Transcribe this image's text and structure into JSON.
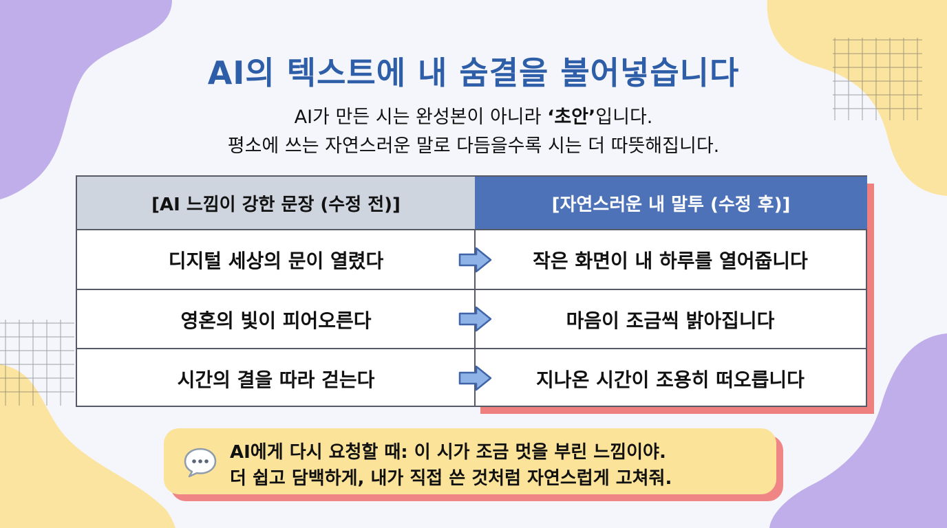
{
  "title": "AI의 텍스트에 내 숨결을 불어넣습니다",
  "subtitle": {
    "line1_before": "AI가 만든 시는 완성본이 아니라 ",
    "line1_bold": "‘초안’",
    "line1_after": "입니다.",
    "line2": "평소에 쓰는 자연스러운 말로 다듬을수록 시는 더 따뜻해집니다."
  },
  "table": {
    "header_left": "[AI 느낌이 강한 문장 (수정 전)]",
    "header_right": "[자연스러운 내 말투 (수정 후)]",
    "rows": [
      {
        "before": "디지털 세상의 문이 열렸다",
        "after": "작은 화면이 내 하루를 열어줍니다"
      },
      {
        "before": "영혼의 빛이 피어오른다",
        "after": "마음이 조금씩 밝아집니다"
      },
      {
        "before": "시간의 결을 따라 걷는다",
        "after": "지나온 시간이 조용히 떠오릅니다"
      }
    ]
  },
  "tip": {
    "icon": "speech-bubble-icon",
    "line1": "AI에게 다시 요청할 때: 이 시가 조금 멋을 부린 느낌이야.",
    "line2": "더 쉽고 담백하게, 내가 직접 쓴 것처럼 자연스럽게 고쳐줘."
  },
  "colors": {
    "title": "#2f5ea8",
    "header_right_bg": "#4d72b8",
    "header_left_bg": "#cfd5df",
    "shadow": "#ef8080",
    "tip_bg": "#fbe39a",
    "arrow_fill": "#8fb3e6",
    "blob_purple": "#bfaeea",
    "blob_yellow": "#fbe4a0"
  }
}
